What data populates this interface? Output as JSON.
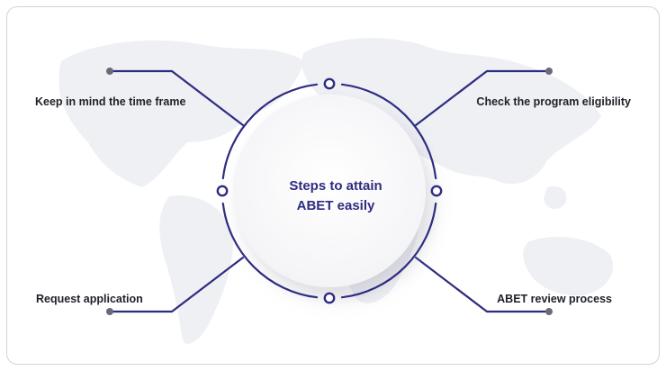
{
  "center": {
    "line1": "Steps to attain",
    "line2": "ABET easily"
  },
  "steps": [
    {
      "label": "Keep in mind the time frame",
      "position": "top-left"
    },
    {
      "label": "Check the program eligibility",
      "position": "top-right"
    },
    {
      "label": "Request application",
      "position": "bottom-left"
    },
    {
      "label": "ABET review process",
      "position": "bottom-right"
    }
  ],
  "colors": {
    "accent": "#2e2c80",
    "dot": "#6b6b78",
    "map": "#eef0f4",
    "label": "#1f1f2a"
  }
}
